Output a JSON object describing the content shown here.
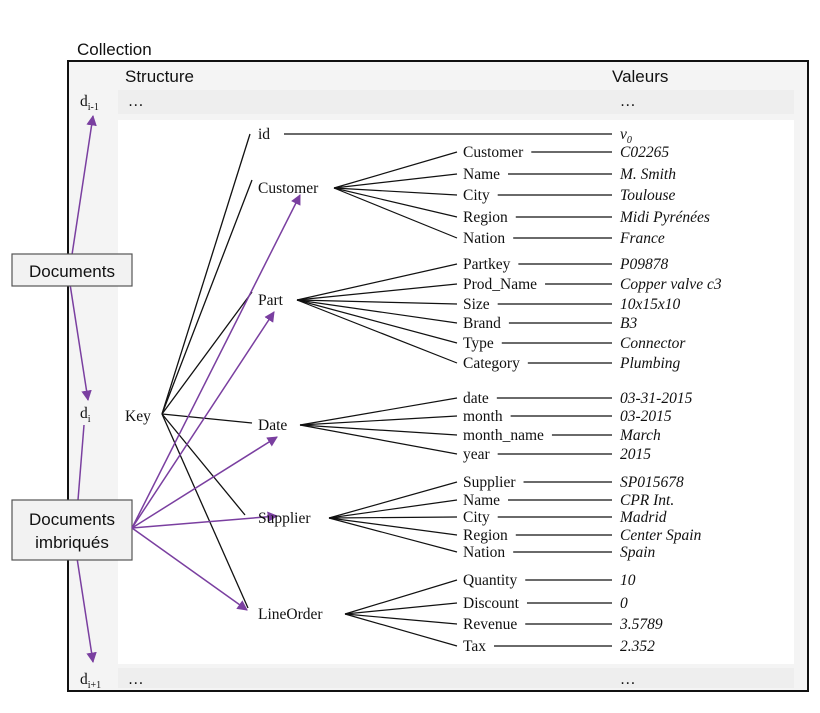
{
  "collection_label": "Collection",
  "structure_header": "Structure",
  "values_header": "Valeurs",
  "documents_label": "Documents",
  "nested_documents_label": [
    "Documents",
    "imbriqués"
  ],
  "rows": {
    "prev": {
      "doc": "d",
      "sub": "i-1",
      "structure": "…",
      "value": "…"
    },
    "current": {
      "doc": "d",
      "sub": "i"
    },
    "next": {
      "doc": "d",
      "sub": "i+1",
      "structure": "…",
      "value": "…"
    }
  },
  "key_label": "Key",
  "id_field": {
    "name": "id",
    "value": "v",
    "value_sub": "0"
  },
  "groups": [
    {
      "name": "Customer",
      "fields": [
        {
          "name": "Customer",
          "value": "C02265"
        },
        {
          "name": "Name",
          "value": "M. Smith"
        },
        {
          "name": "City",
          "value": "Toulouse"
        },
        {
          "name": "Region",
          "value": "Midi Pyrénées"
        },
        {
          "name": "Nation",
          "value": "France"
        }
      ]
    },
    {
      "name": "Part",
      "fields": [
        {
          "name": "Partkey",
          "value": "P09878"
        },
        {
          "name": "Prod_Name",
          "value": "Copper valve c3"
        },
        {
          "name": "Size",
          "value": "10x15x10"
        },
        {
          "name": "Brand",
          "value": "B3"
        },
        {
          "name": "Type",
          "value": "Connector"
        },
        {
          "name": "Category",
          "value": "Plumbing"
        }
      ]
    },
    {
      "name": "Date",
      "fields": [
        {
          "name": "date",
          "value": "03-31-2015"
        },
        {
          "name": "month",
          "value": "03-2015"
        },
        {
          "name": "month_name",
          "value": "March"
        },
        {
          "name": "year",
          "value": "2015"
        }
      ]
    },
    {
      "name": "Supplier",
      "fields": [
        {
          "name": "Supplier",
          "value": "SP015678"
        },
        {
          "name": "Name",
          "value": "CPR Int."
        },
        {
          "name": "City",
          "value": "Madrid"
        },
        {
          "name": "Region",
          "value": "Center Spain"
        },
        {
          "name": "Nation",
          "value": "Spain"
        }
      ]
    },
    {
      "name": "LineOrder",
      "fields": [
        {
          "name": "Quantity",
          "value": "10"
        },
        {
          "name": "Discount",
          "value": "0"
        },
        {
          "name": "Revenue",
          "value": "3.5789"
        },
        {
          "name": "Tax",
          "value": "2.352"
        }
      ]
    }
  ],
  "colors": {
    "arrow": "#7a3fa0",
    "line": "#111111",
    "row_band": "#eeeeee",
    "box_fill": "#f2f2f2"
  }
}
